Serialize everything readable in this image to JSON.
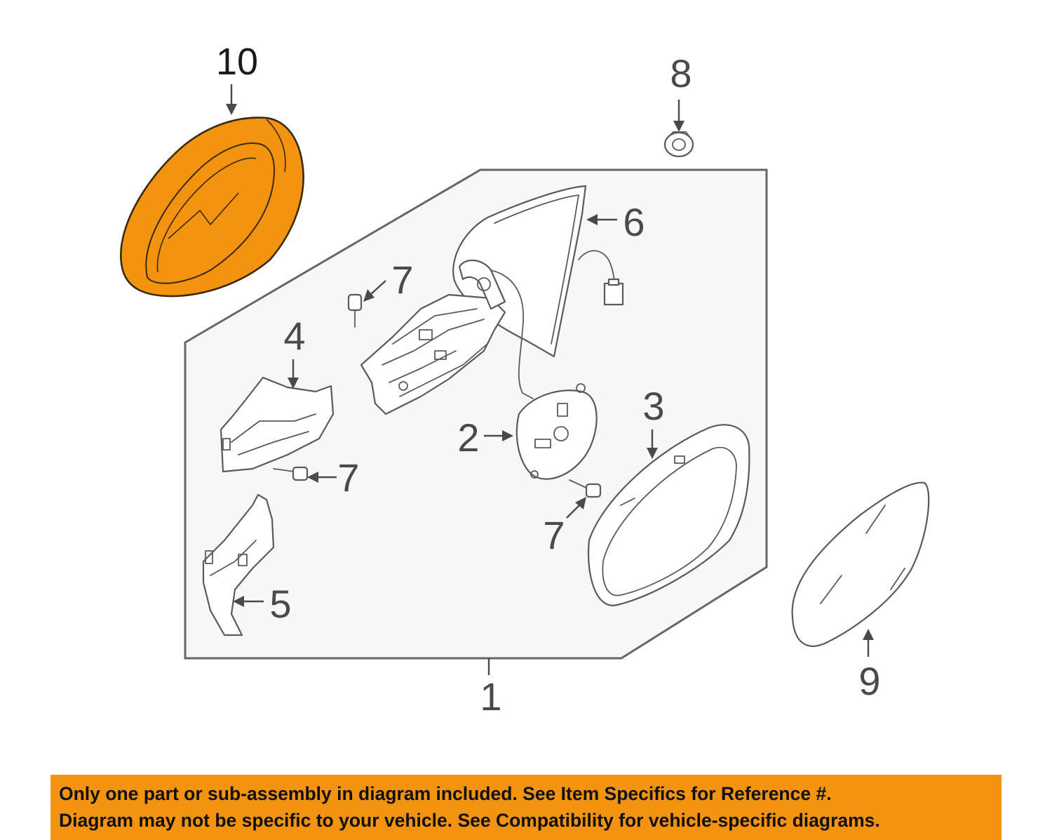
{
  "callouts": {
    "part_1": "1",
    "part_2": "2",
    "part_3": "3",
    "part_4": "4",
    "part_5": "5",
    "part_6": "6",
    "part_7a": "7",
    "part_7b": "7",
    "part_7c": "7",
    "part_8": "8",
    "part_9": "9",
    "part_10": "10"
  },
  "highlighted_part": "10",
  "colors": {
    "highlight": "#f3930f",
    "banner": "#f3930f",
    "line": "#5a5a5a"
  },
  "notice": {
    "line1": "Only one part or sub-assembly in diagram included. See Item Specifics for Reference #.",
    "line2": "Diagram may not be specific to your vehicle. See Compatibility for vehicle-specific diagrams."
  }
}
